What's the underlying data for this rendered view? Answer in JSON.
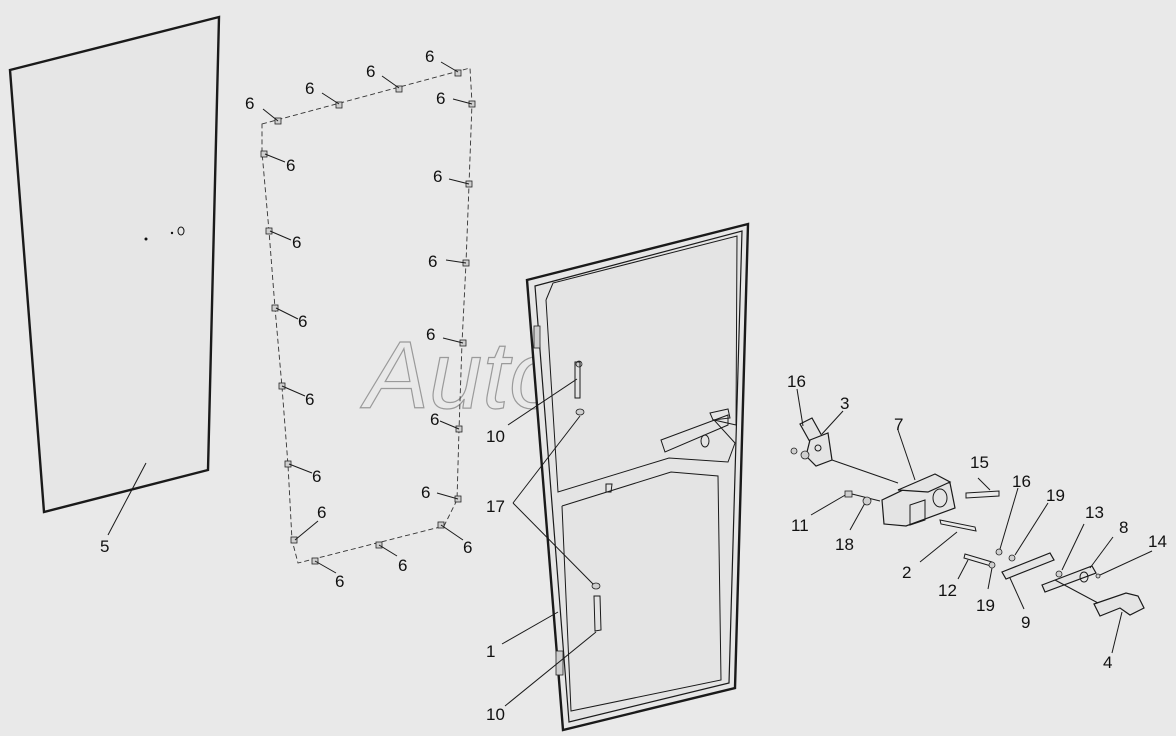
{
  "watermark": "AutoSoft",
  "labels": {
    "1": "1",
    "2": "2",
    "3": "3",
    "4": "4",
    "5": "5",
    "6": "6",
    "7": "7",
    "8": "8",
    "9": "9",
    "10": "10",
    "11": "11",
    "12": "12",
    "13": "13",
    "14": "14",
    "15": "15",
    "16": "16",
    "17": "17",
    "18": "18",
    "19": "19"
  },
  "colors": {
    "background": "#e9e9e9",
    "line": "#1a1a1a",
    "watermark": "#9a9a9a"
  }
}
